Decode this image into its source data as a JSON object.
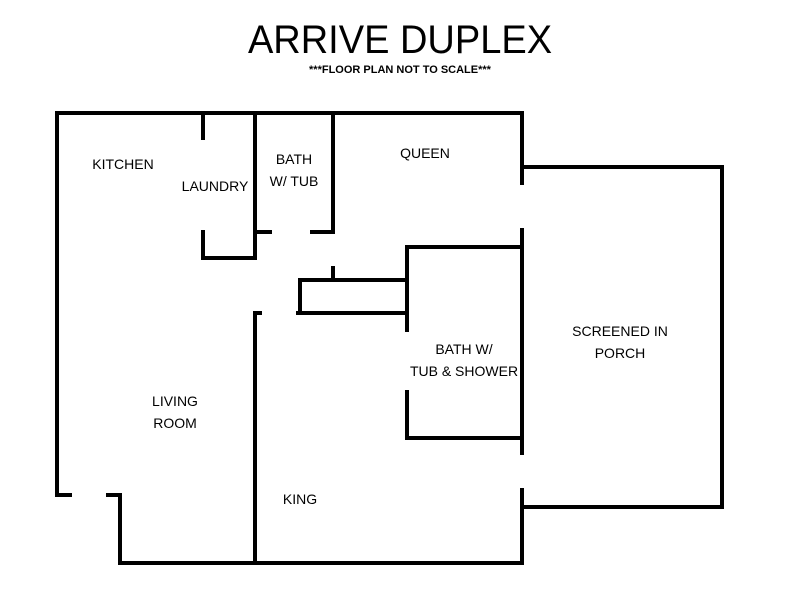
{
  "header": {
    "title": "ARRIVE DUPLEX",
    "subtitle": "***FLOOR PLAN NOT TO SCALE***"
  },
  "rooms": {
    "kitchen": "KITCHEN",
    "laundry": "LAUNDRY",
    "bath_tub_1": "BATH",
    "bath_tub_2": "W/ TUB",
    "queen": "QUEEN",
    "bath_shower_1": "BATH W/",
    "bath_shower_2": "TUB & SHOWER",
    "porch_1": "SCREENED IN",
    "porch_2": "PORCH",
    "living_1": "LIVING",
    "living_2": "ROOM",
    "king": "KING"
  },
  "colors": {
    "walls": "#000000",
    "background": "#ffffff"
  }
}
